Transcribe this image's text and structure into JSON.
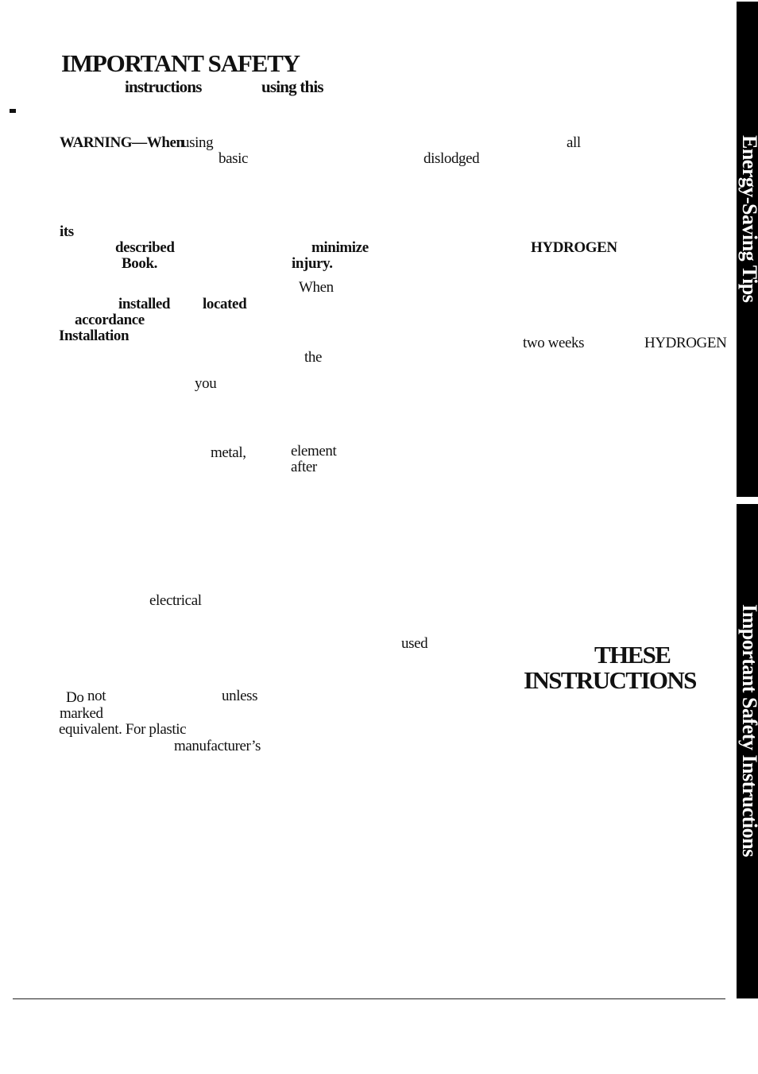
{
  "title": {
    "line1": "IMPORTANT SAFETY",
    "w_instructions": "instructions",
    "w_using_this": "using this"
  },
  "fragments": {
    "warning": "WARNING—When",
    "using": "using",
    "basic": "basic",
    "dislodged": "dislodged",
    "all": "all",
    "its": "its",
    "described": "described",
    "minimize": "minimize",
    "hydrogen_bold": "HYDROGEN",
    "book": "Book.",
    "injury": "injury.",
    "when": "When",
    "installed": "installed",
    "located": "located",
    "accordance": "accordance",
    "installation": "Installation",
    "two_weeks": "two weeks",
    "hydrogen": "HYDROGEN",
    "the": "the",
    "you": "you",
    "metal": "metal,",
    "element": "element",
    "after": "after",
    "electrical": "electrical",
    "used": "used",
    "these": "THESE",
    "instructions_caps": "INSTRUCTIONS",
    "do": "Do",
    "not": "not",
    "unless": "unless",
    "marked": "marked",
    "equivalent": "equivalent. For plastic",
    "manufacturers": "manufacturer’s"
  },
  "side_tabs": {
    "top": "Energy-Saving Tips",
    "bottom": "Important Safety Instructions"
  }
}
